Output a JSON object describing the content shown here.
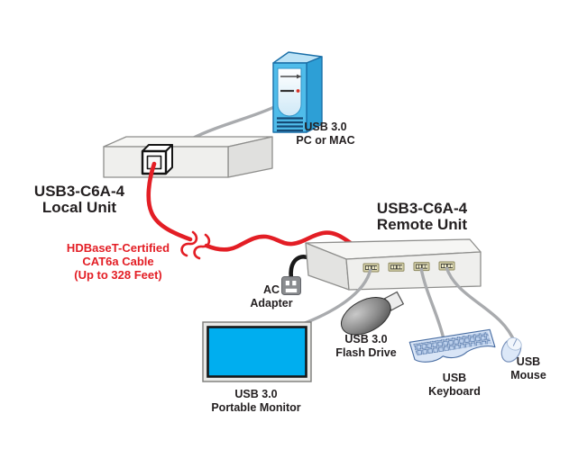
{
  "diagram": {
    "pc": {
      "label_line1": "USB 3.0",
      "label_line2": "PC or MAC"
    },
    "local_unit": {
      "label_line1": "USB3-C6A-4",
      "label_line2": "Local Unit"
    },
    "remote_unit": {
      "label_line1": "USB3-C6A-4",
      "label_line2": "Remote Unit"
    },
    "cat6a_cable": {
      "label_line1": "HDBaseT-Certified",
      "label_line2": "CAT6a Cable",
      "label_line3": "(Up to 328 Feet)",
      "color": "#E31E25"
    },
    "ac_adapter": {
      "label_line1": "AC",
      "label_line2": "Adapter"
    },
    "portable_monitor": {
      "label_line1": "USB 3.0",
      "label_line2": "Portable Monitor",
      "screen_color": "#00AEEF"
    },
    "flash_drive": {
      "label_line1": "USB 3.0",
      "label_line2": "Flash Drive"
    },
    "keyboard": {
      "label_line1": "USB",
      "label_line2": "Keyboard"
    },
    "mouse": {
      "label_line1": "USB",
      "label_line2": "Mouse"
    },
    "colors": {
      "red_cable": "#E31E25",
      "gray_cable": "#A9ABAE",
      "text": "#231F20",
      "tower_blue": "#4FBCEA",
      "screen_cyan": "#00AEEF",
      "unit_gray": "#EFEFED",
      "peripheral_blue": "#D9E5F6",
      "background": "#FFFFFF"
    }
  }
}
